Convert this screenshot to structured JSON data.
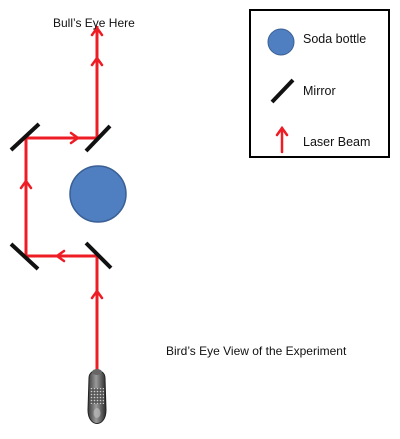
{
  "title": "Bull’s Eye Here",
  "caption": "Bird’s Eye View of the Experiment",
  "legend": {
    "items": [
      {
        "label": "Soda bottle",
        "icon": "soda-bottle-circle"
      },
      {
        "label": "Mirror",
        "icon": "mirror-line"
      },
      {
        "label": "Laser Beam",
        "icon": "laser-beam-arrow"
      }
    ]
  },
  "colors": {
    "laser": "#ee1c24",
    "bottle_fill": "#4f7fc0",
    "bottle_stroke": "#3a5f95",
    "mirror": "#111111",
    "legend_border": "#000000"
  }
}
